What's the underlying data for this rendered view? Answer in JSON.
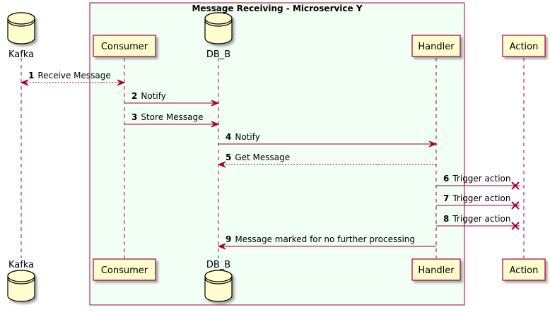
{
  "group": {
    "title": "Message Receiving - Microservice Y"
  },
  "participants": [
    {
      "id": "kafka",
      "label": "Kafka",
      "kind": "database"
    },
    {
      "id": "consumer",
      "label": "Consumer",
      "kind": "participant"
    },
    {
      "id": "db_b",
      "label": "DB_B",
      "kind": "database"
    },
    {
      "id": "handler",
      "label": "Handler",
      "kind": "participant"
    },
    {
      "id": "action",
      "label": "Action",
      "kind": "participant"
    }
  ],
  "messages": [
    {
      "num": "1",
      "text": "Receive Message",
      "from": "consumer",
      "to": "kafka",
      "style": "dashed",
      "bidirectional": true
    },
    {
      "num": "2",
      "text": "Notify",
      "from": "consumer",
      "to": "db_b",
      "style": "solid"
    },
    {
      "num": "3",
      "text": "Store Message",
      "from": "consumer",
      "to": "db_b",
      "style": "solid"
    },
    {
      "num": "4",
      "text": "Notify",
      "from": "db_b",
      "to": "handler",
      "style": "solid"
    },
    {
      "num": "5",
      "text": "Get Message",
      "from": "handler",
      "to": "db_b",
      "style": "dashed"
    },
    {
      "num": "6",
      "text": "Trigger action",
      "from": "handler",
      "to": "action",
      "style": "solid",
      "head": "cross"
    },
    {
      "num": "7",
      "text": "Trigger action",
      "from": "handler",
      "to": "action",
      "style": "solid",
      "head": "cross"
    },
    {
      "num": "8",
      "text": "Trigger action",
      "from": "handler",
      "to": "action",
      "style": "solid",
      "head": "cross"
    },
    {
      "num": "9",
      "text": "Message marked for no further processing",
      "from": "handler",
      "to": "db_b",
      "style": "solid"
    }
  ],
  "colors": {
    "line": "#a80036",
    "participant_fill": "#fefece",
    "group_fill": "#f1fff5",
    "text": "#000000"
  }
}
